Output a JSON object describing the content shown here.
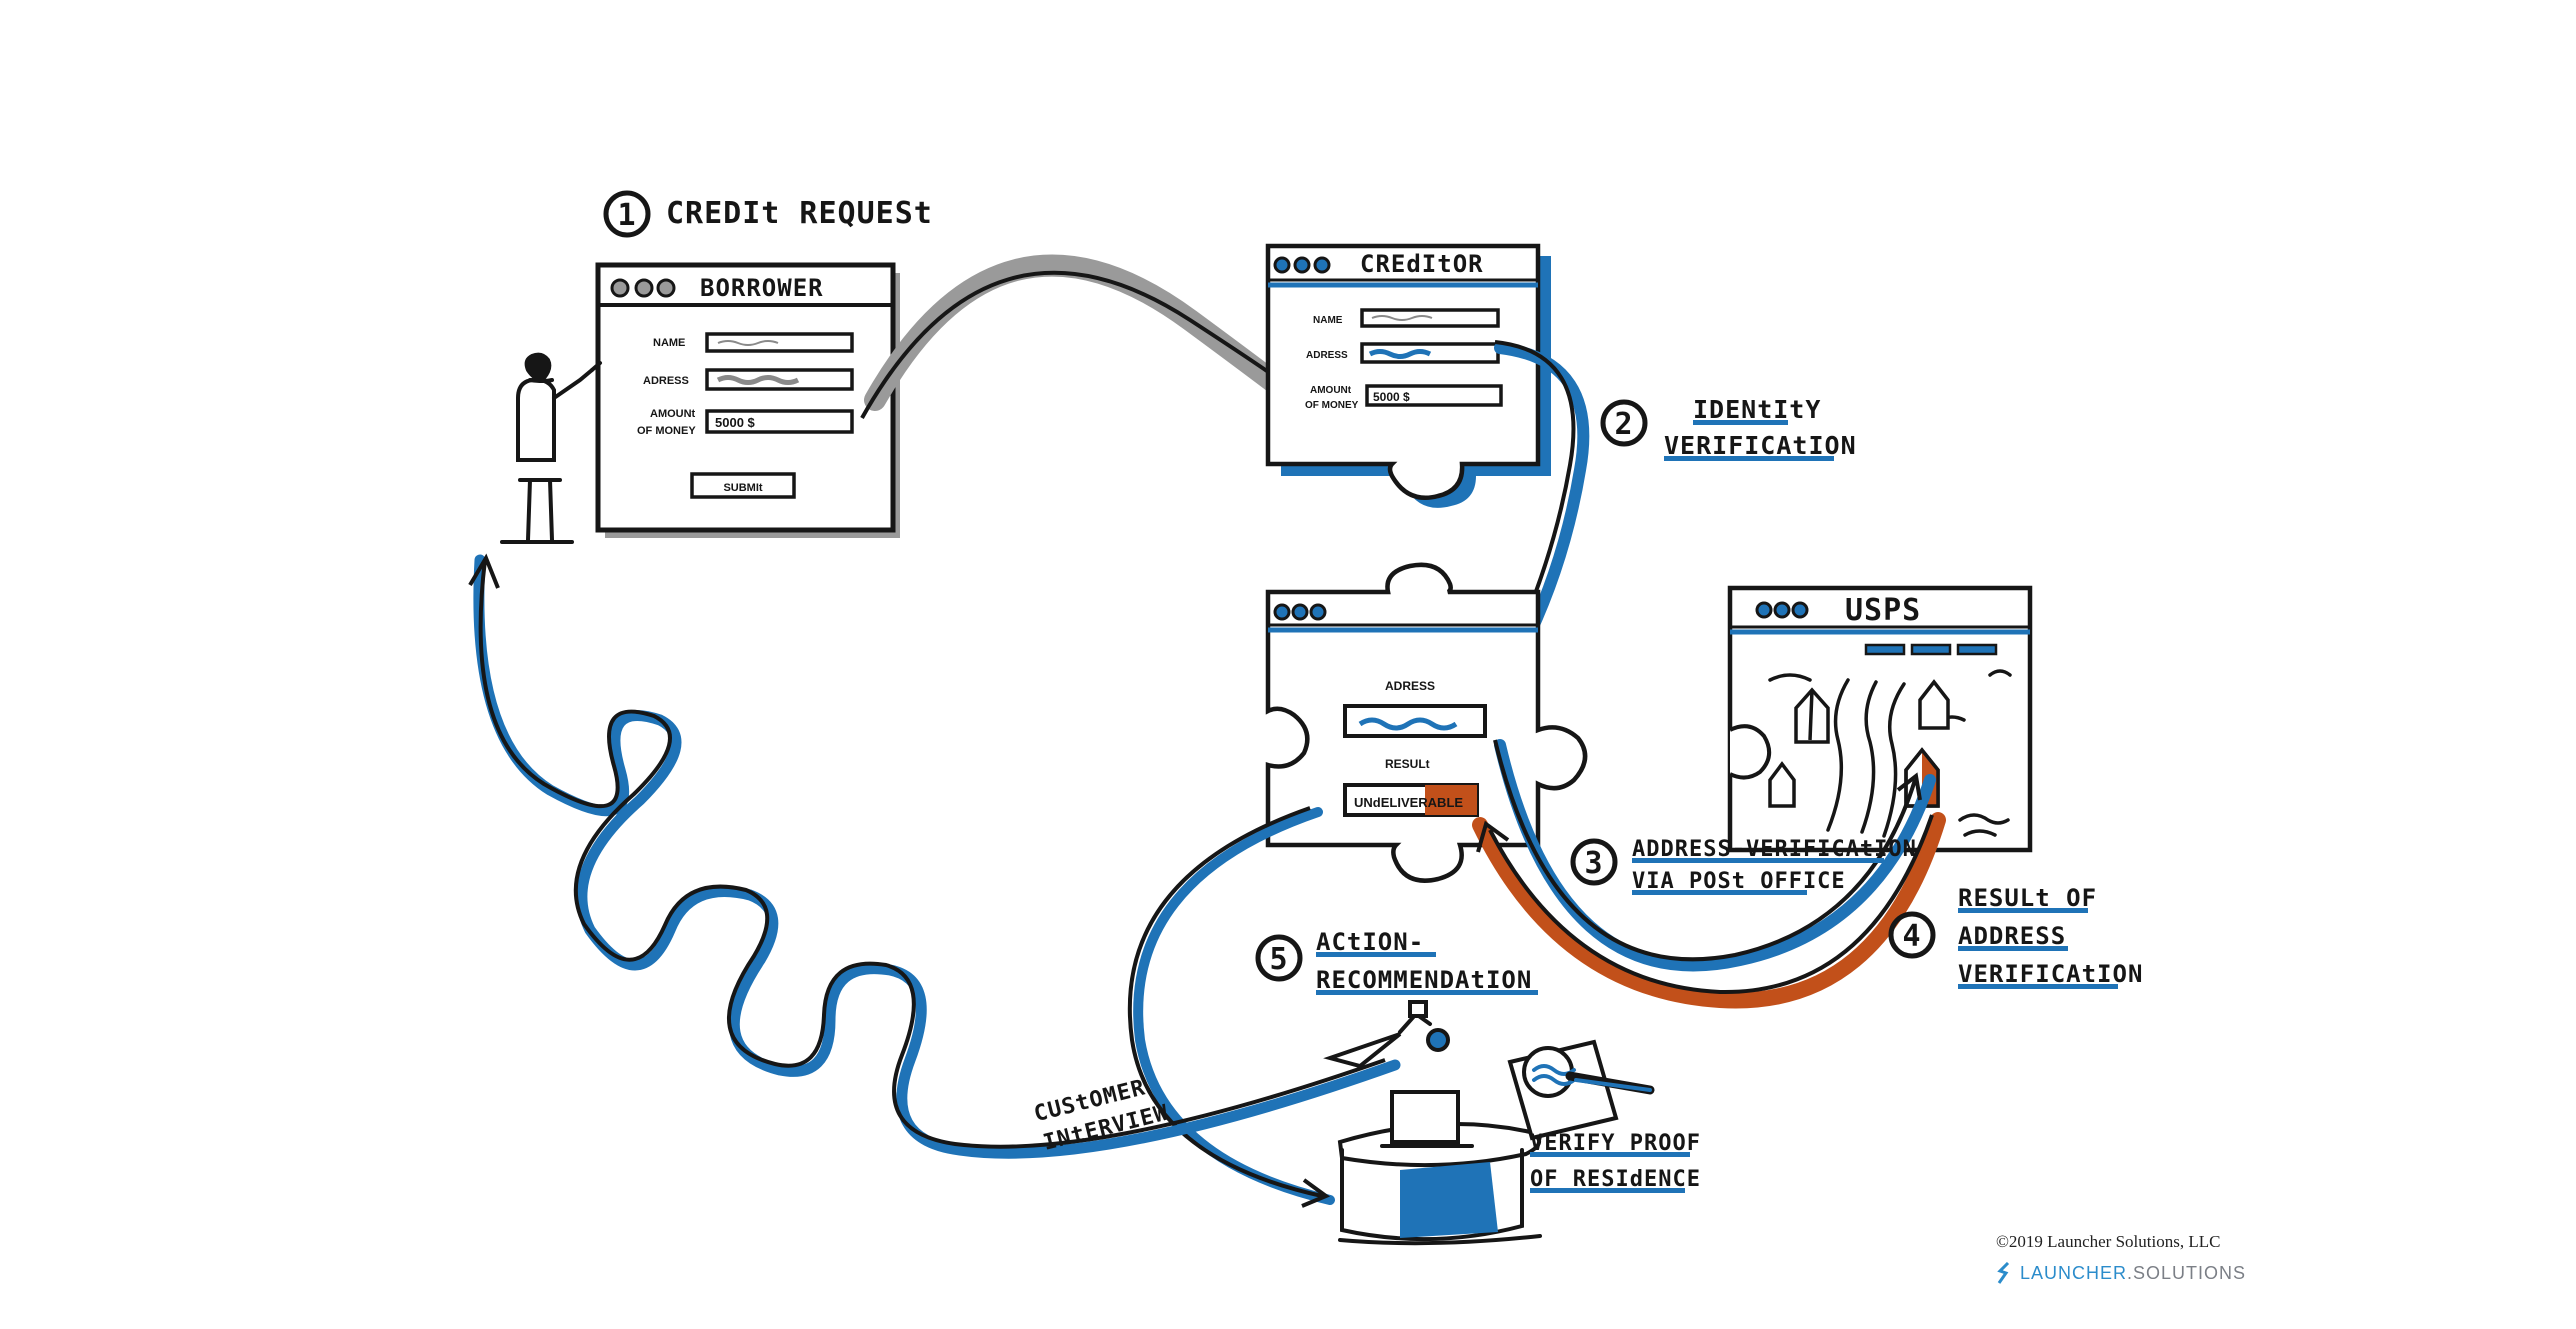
{
  "steps": {
    "step1": {
      "number": "1",
      "label": "CREDIt REQUESt"
    },
    "step2": {
      "number": "2",
      "label_line1": "IDENtItY",
      "label_line2": "VERIFICAtION"
    },
    "step3": {
      "number": "3",
      "label_line1": "ADDRESS-VERIFICAtION",
      "label_line2": "VIA POSt OFFICE"
    },
    "step4": {
      "number": "4",
      "label_line1": "RESULt OF",
      "label_line2": "ADDRESS",
      "label_line3": "VERIFICAtION"
    },
    "step5": {
      "number": "5",
      "label_line1": "ACtION-",
      "label_line2": "RECOMMENDAtION"
    }
  },
  "borrower_form": {
    "title": "BORROWER",
    "name_label": "NAME",
    "address_label": "ADRESS",
    "amount_label_line1": "AMOUNt",
    "amount_label_line2": "OF MONEY",
    "amount_value": "5000 $",
    "submit_label": "SUBMIt"
  },
  "creditor_form": {
    "title": "CREdItOR",
    "name_label": "NAME",
    "address_label": "ADRESS",
    "amount_label_line1": "AMOUNt",
    "amount_label_line2": "OF MONEY",
    "amount_value": "5000 $"
  },
  "result_form": {
    "address_label": "ADRESS",
    "result_label": "RESULt",
    "result_value": "UNdELIVERABLE"
  },
  "usps": {
    "title": "USPS"
  },
  "labels": {
    "customer_line1": "CUStOMER",
    "customer_line2": "INtERVIEW",
    "verify_line1": "VERIFY PROOF",
    "verify_line2": "OF RESIdENCE"
  },
  "footer": {
    "copyright": "©2019 Launcher Solutions, LLC",
    "brand_main": "LAUNCHER",
    "brand_dot": ".SOLUTIONS"
  },
  "colors": {
    "ink": "#161616",
    "blue": "#1f73b7",
    "orange": "#c2501a",
    "gray": "#8a8a8a"
  }
}
